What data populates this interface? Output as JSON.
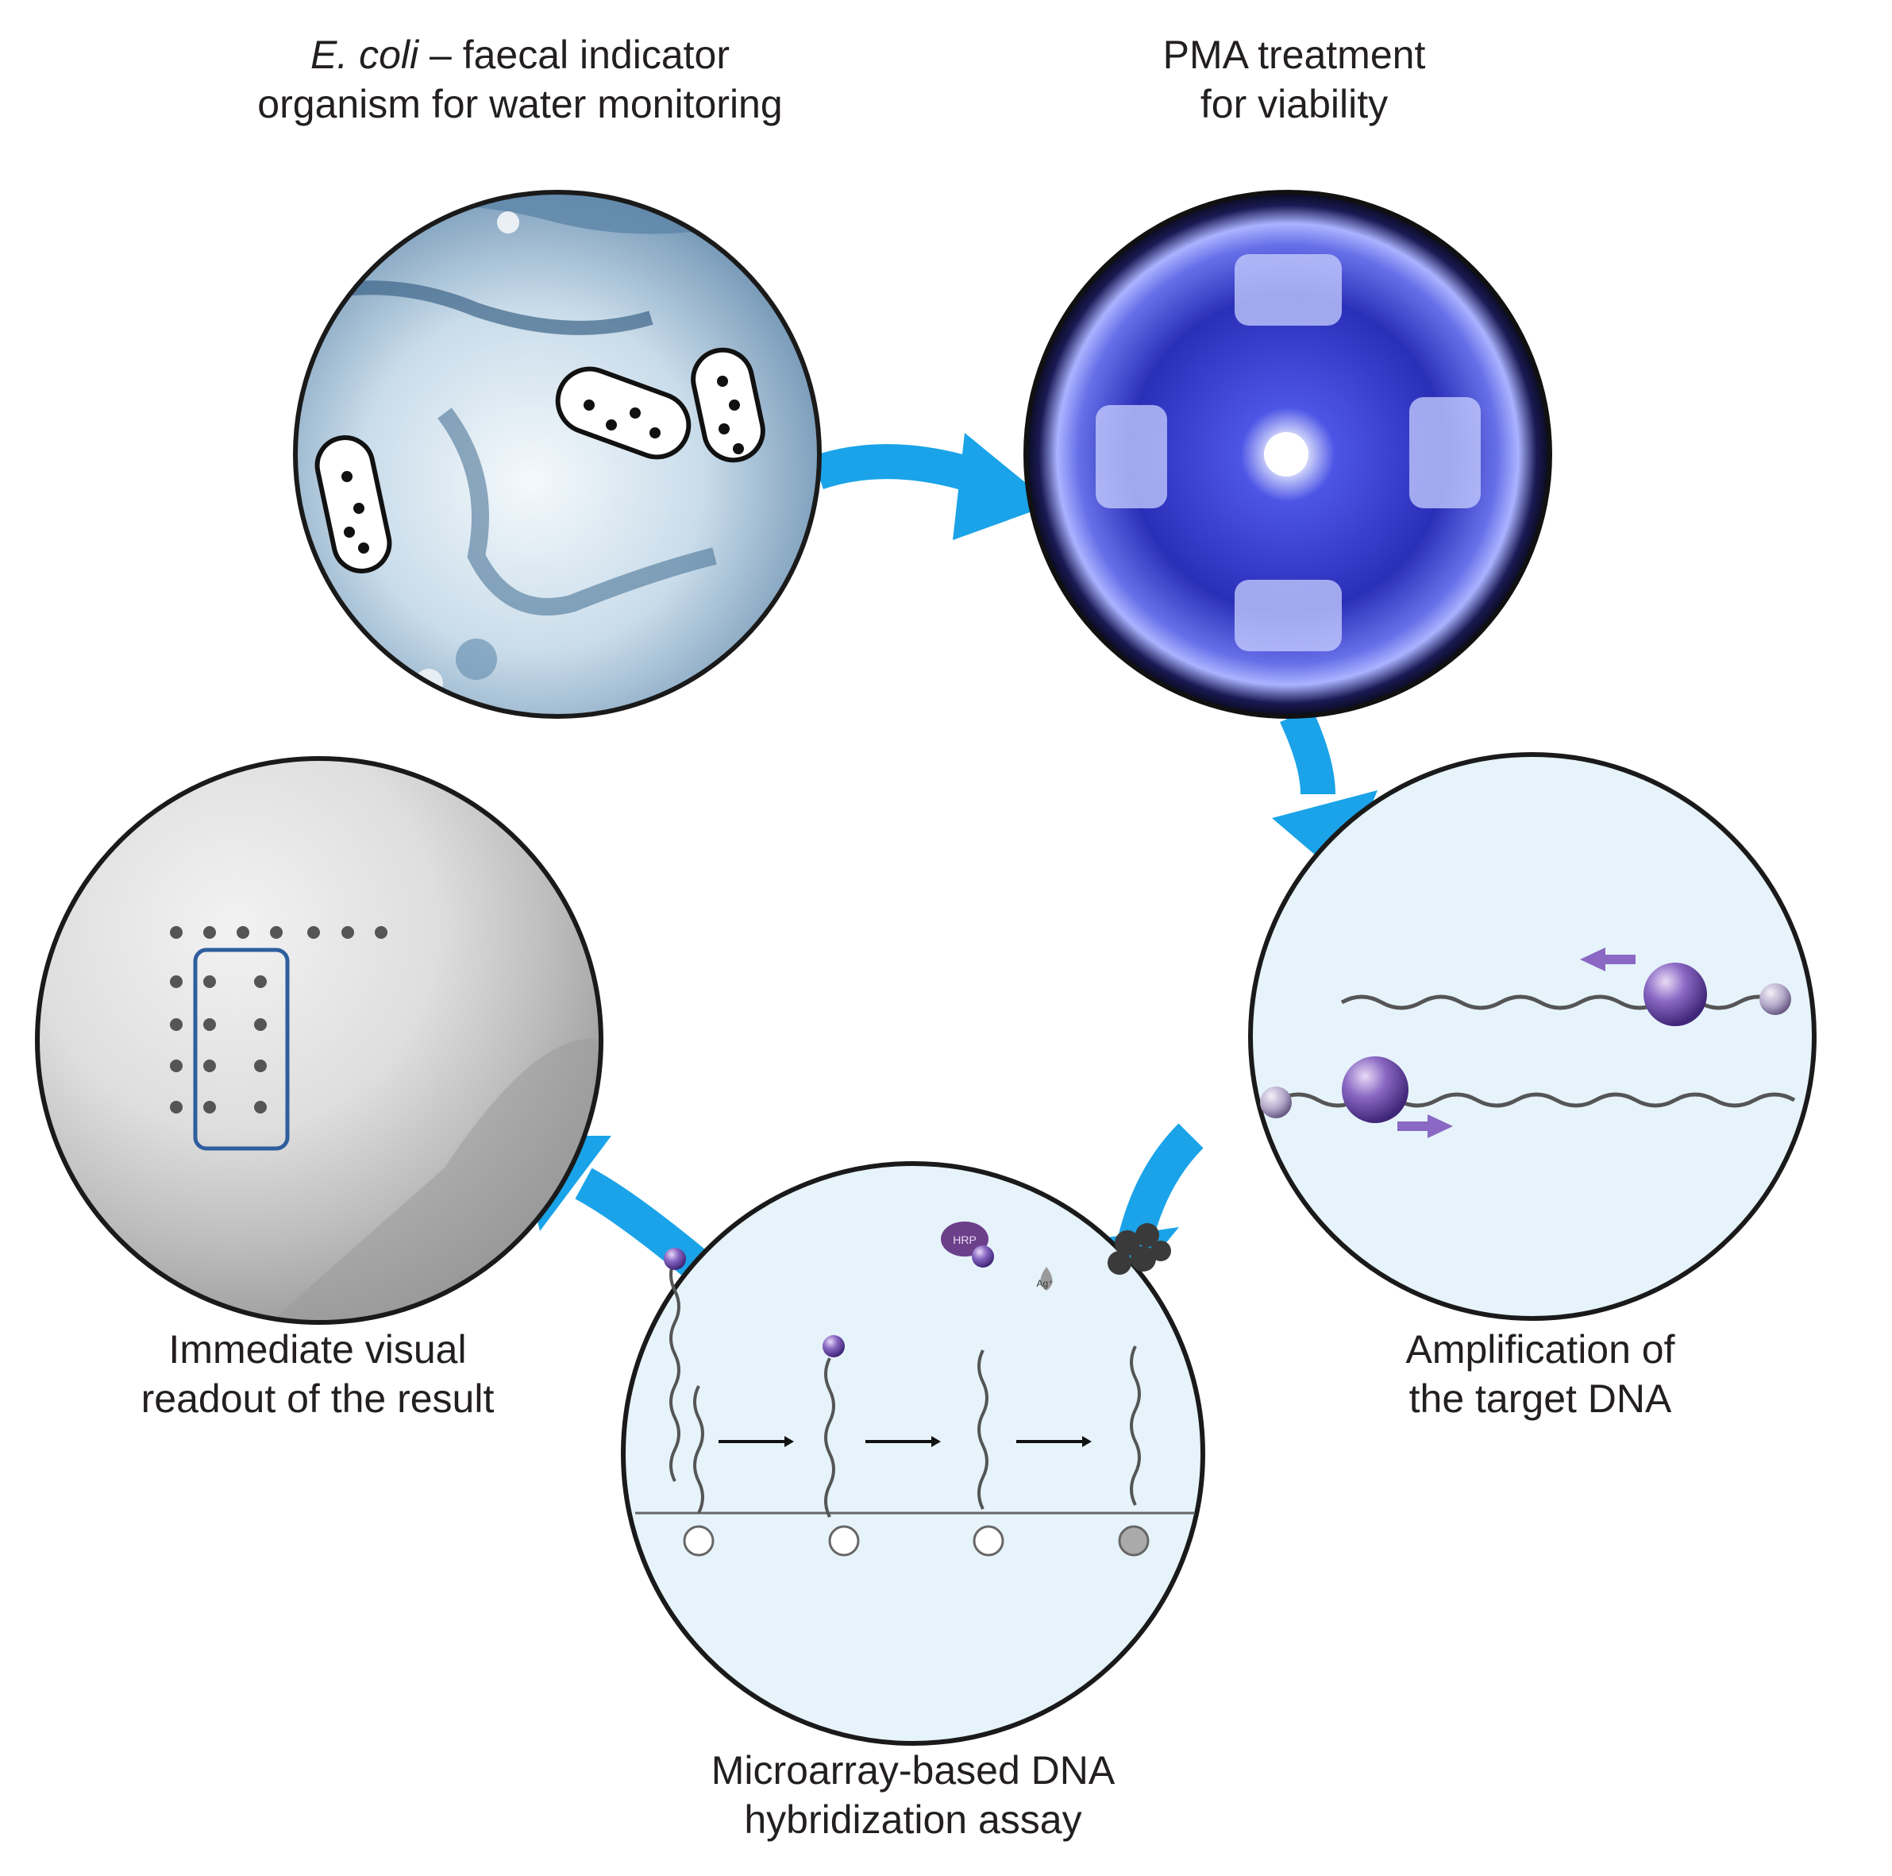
{
  "colors": {
    "arrow": "#1aa3e8",
    "circle_outline": "#1a1a1a",
    "panel_light_blue": "#e6f3fb",
    "dna_purple": "#6c4fa3",
    "readout_box": "#2e5e9e"
  },
  "steps": [
    {
      "id": "ecoli",
      "title_em": "E. coli",
      "title_rest": " – faecal indicator",
      "title_line2": "organism for water monitoring",
      "image": "water-splash-with-bacteria"
    },
    {
      "id": "pma",
      "title_line1": "PMA treatment",
      "title_line2": "for viability",
      "image": "blue-led-illuminator"
    },
    {
      "id": "amplification",
      "title_line1": "Amplification of",
      "title_line2": "the target DNA",
      "image": "dna-polymerase-amplification"
    },
    {
      "id": "hybridization",
      "title_line1": "Microarray-based DNA",
      "title_line2": "hybridization assay",
      "image": "hybridization-steps",
      "hrp_label": "HRP",
      "silver_label": "Ag⁺"
    },
    {
      "id": "readout",
      "title_line1": "Immediate visual",
      "title_line2": "readout of the result",
      "image": "microarray-spots"
    }
  ]
}
